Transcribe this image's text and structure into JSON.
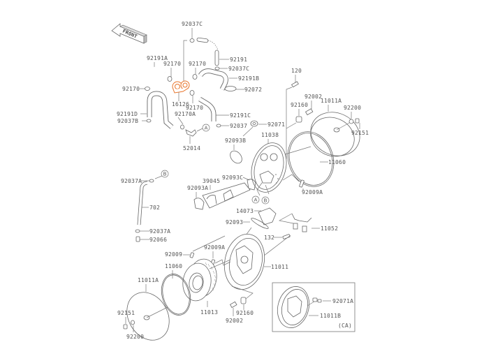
{
  "diagram": {
    "title": "Air Cleaner exploded view",
    "front_indicator": "FRONT",
    "highlight_color": "#e8742a",
    "line_color": "#777777",
    "inset_note": "(CA)",
    "callouts": {
      "a": "A",
      "b": "B"
    },
    "labels": {
      "p92037C_top": "92037C",
      "p92191A": "92191A",
      "p92170_a": "92170",
      "p92170_b": "92170",
      "p92191": "92191",
      "p92037C_b": "92037C",
      "p92191B": "92191B",
      "p92170_left": "92170",
      "p92072": "92072",
      "p16126": "16126",
      "p92170_c": "92170",
      "p92191D": "92191D",
      "p92170A": "92170A",
      "p92191C": "92191C",
      "p92037B": "92037B",
      "p92037": "92037",
      "p52014": "52014",
      "p120": "120",
      "p92002_top": "92002",
      "p11011A_top": "11011A",
      "p92160_top": "92160",
      "p92200_top": "92200",
      "p92151_top": "92151",
      "p92071": "92071",
      "p11038": "11038",
      "p92093B": "92093B",
      "p11060_top": "11060",
      "p92093C": "92093C",
      "p39045": "39045",
      "p92093A": "92093A",
      "p92009A_top": "92009A",
      "p92037A_top": "92037A",
      "p702": "702",
      "p92037A_bot": "92037A",
      "p92066": "92066",
      "p14073": "14073",
      "p92093": "92093",
      "p11052": "11052",
      "p132": "132",
      "p92009": "92009",
      "p92009A_bot": "92009A",
      "p11060_bot": "11060",
      "p11011": "11011",
      "p11011A_bot": "11011A",
      "p11013": "11013",
      "p92160_bot": "92160",
      "p92002_bot": "92002",
      "p92151_bot": "92151",
      "p92200_bot": "92200",
      "p92071A": "92071A",
      "p11011B": "11011B"
    }
  }
}
